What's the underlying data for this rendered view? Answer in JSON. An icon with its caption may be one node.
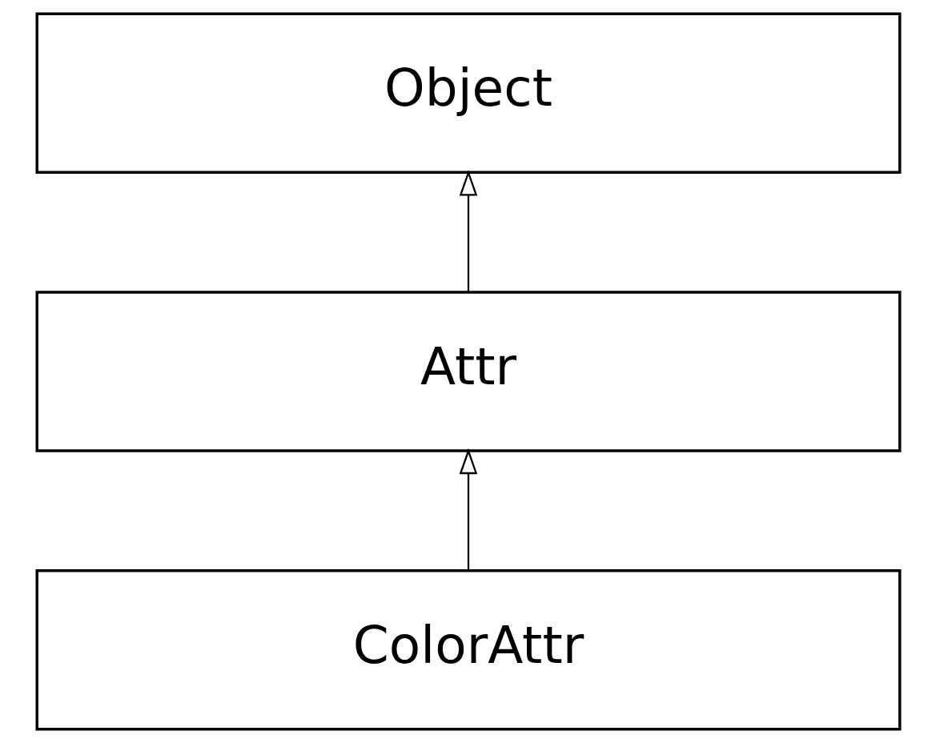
{
  "diagram": {
    "nodes": [
      {
        "text": [
          "Object"
        ]
      },
      {
        "text": [
          "Attr"
        ]
      },
      {
        "text": [
          "ColorAttr"
        ]
      }
    ],
    "edges": [
      {
        "from": 1,
        "to": 0,
        "arrow": "to"
      },
      {
        "from": 2,
        "to": 1,
        "arrow": "to"
      }
    ]
  }
}
